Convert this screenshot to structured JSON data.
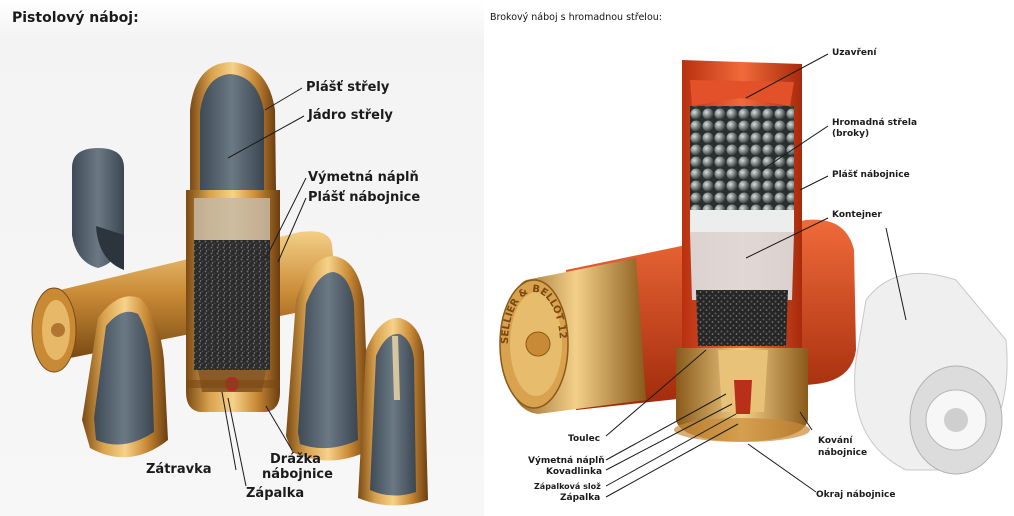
{
  "left_panel": {
    "title": "Pistolový náboj:",
    "labels": {
      "plast_strely": "Plášť střely",
      "jadro_strely": "Jádro střely",
      "vymetna_napln": "Výmetná náplň",
      "plast_nabojnice": "Plášť nábojnice",
      "drazka_line1": "Drážka",
      "drazka_line2": "nábojnice",
      "zatravka": "Zátravka",
      "zapalka": "Zápalka"
    }
  },
  "right_panel": {
    "title": "Brokový náboj s hromadnou střelou:",
    "labels": {
      "uzavreni": "Uzavření",
      "hromadna_line1": "Hromadná střela",
      "hromadna_line2": "(broky)",
      "plast_nabojnice": "Plášť nábojnice",
      "kontejner": "Kontejner",
      "toulec": "Toulec",
      "vymetna_napln": "Výmetná náplň",
      "kovadlinka": "Kovadlinka",
      "zapalkova_sloz": "Zápalková slož",
      "zapalka": "Zápalka",
      "kovani_line1": "Kování",
      "kovani_line2": "nábojnice",
      "okraj_nabojnice": "Okraj nábojnice"
    },
    "headstamp": "SELLIER & BELLOT 12"
  }
}
